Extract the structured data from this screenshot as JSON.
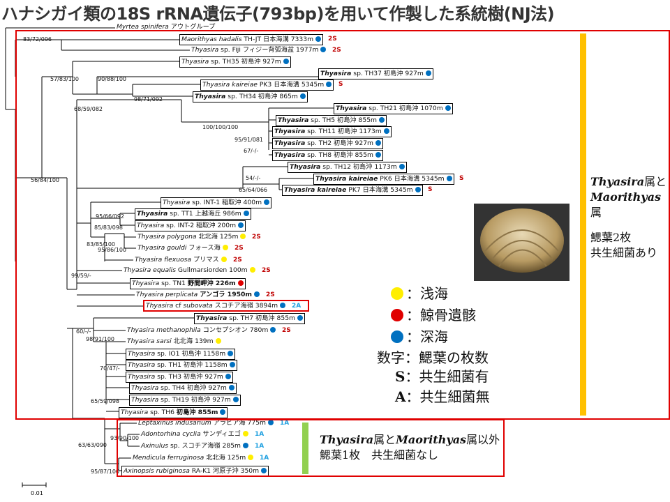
{
  "title": "ハナシガイ類の18S rRNA遺伝子(793bp)を用いて作製した系統樹(NJ法)",
  "colors": {
    "shallow": "#ffee00",
    "whalebone": "#e00000",
    "deep": "#0070c0",
    "frame": "#e00000",
    "bar1": "#ffc000",
    "bar2": "#92d050",
    "code": "#c00000",
    "code1A": "#1fa0e0"
  },
  "taxa": [
    {
      "id": "myrtea",
      "genus": "Myrtea spinifera",
      "rest": " アウトグループ",
      "boxed": false,
      "dot": null,
      "code": ""
    },
    {
      "id": "maorithyas",
      "genus": "Maorithyas hadalis",
      "rest": " TH-JT 日本海溝 7333m",
      "boxed": true,
      "dot": "deep",
      "code": "2S"
    },
    {
      "id": "fiji",
      "genus": "Thyasira",
      "rest": " sp. Fiji フィジー背弧海盆 1977m",
      "boxed": false,
      "dot": "deep",
      "code": "2S"
    },
    {
      "id": "th35",
      "genus": "Thyasira",
      "rest": " sp. TH35 初島沖 927m",
      "boxed": true,
      "dot": "deep",
      "code": ""
    },
    {
      "id": "th37",
      "genus": "Thyasira",
      "gbold": true,
      "rest": " sp. TH37 初島沖 927m",
      "boxed": true,
      "dot": "deep",
      "code": ""
    },
    {
      "id": "kpk3",
      "genus": "Thyasira kaireiae",
      "rest": " PK3 日本海溝 5345m",
      "boxed": true,
      "dot": "deep",
      "code": "S"
    },
    {
      "id": "th34",
      "genus": "Thyasira",
      "gbold": true,
      "rest": " sp. TH34 初島沖 865m",
      "boxed": true,
      "dot": "deep",
      "code": ""
    },
    {
      "id": "th21",
      "genus": "Thyasira",
      "gbold": true,
      "rest": " sp. TH21 初島沖 1070m",
      "boxed": true,
      "dot": "deep",
      "code": ""
    },
    {
      "id": "th5",
      "genus": "Thyasira",
      "gbold": true,
      "rest": " sp. TH5 初島沖 855m",
      "boxed": true,
      "dot": "deep",
      "code": ""
    },
    {
      "id": "th11",
      "genus": "Thyasira",
      "gbold": true,
      "rest": " sp. TH11 初島沖 1173m",
      "boxed": true,
      "dot": "deep",
      "code": ""
    },
    {
      "id": "th2",
      "genus": "Thyasira",
      "gbold": true,
      "rest": " sp. TH2 初島沖 927m",
      "boxed": true,
      "dot": "deep",
      "code": ""
    },
    {
      "id": "th8",
      "genus": "Thyasira",
      "gbold": true,
      "rest": " sp. TH8 初島沖 855m",
      "boxed": true,
      "dot": "deep",
      "code": ""
    },
    {
      "id": "th12",
      "genus": "Thyasira",
      "gbold": true,
      "rest": " sp. TH12 初島沖 1173m",
      "boxed": true,
      "dot": "deep",
      "code": ""
    },
    {
      "id": "kpk6",
      "genus": "Thyasira kaireiae",
      "gbold": true,
      "rest": " PK6 日本海溝 5345m",
      "boxed": true,
      "dot": "deep",
      "code": "S"
    },
    {
      "id": "kpk7",
      "genus": "Thyasira kaireiae",
      "gbold": true,
      "rest": " PK7 日本海溝 5345m",
      "boxed": true,
      "dot": "deep",
      "code": "S"
    },
    {
      "id": "int1",
      "genus": "Thyasira",
      "rest": " sp.  INT-1 稲取沖 400m",
      "boxed": true,
      "dot": "deep",
      "code": ""
    },
    {
      "id": "tt1",
      "genus": "Thyasira",
      "gbold": true,
      "rest": " sp. TT1 上越海丘 986m",
      "boxed": true,
      "dot": "deep",
      "code": ""
    },
    {
      "id": "int2",
      "genus": "Thyasira",
      "rest": " sp. INT-2 稲取沖 200m",
      "boxed": true,
      "dot": "deep",
      "code": ""
    },
    {
      "id": "polygona",
      "genus": "Thyasira polygona",
      "rest": " 北北海 125m",
      "boxed": false,
      "dot": "shallow",
      "code": "2S"
    },
    {
      "id": "gouldi",
      "genus": "Thyasira gouldi",
      "rest": " フォース海",
      "boxed": false,
      "dot": "shallow",
      "code": "2S"
    },
    {
      "id": "flexuosa",
      "genus": "Thyasira flexuosa",
      "rest": " プリマス",
      "boxed": false,
      "dot": "shallow",
      "code": "2S"
    },
    {
      "id": "equalis",
      "genus": "Thyasira equalis",
      "rest": " Gullmarsiorden 100m",
      "boxed": false,
      "dot": "shallow",
      "code": "2S"
    },
    {
      "id": "tn1",
      "genus": "Thyasira",
      "rest": " sp. TN1 ",
      "bold": "野間岬沖 226m",
      "boxed": true,
      "dot": "whalebone",
      "code": ""
    },
    {
      "id": "perplicata",
      "genus": "Thyasira perplicata",
      "rest": " ",
      "bold": "アンゴラ 1950m",
      "boxed": false,
      "dot": "deep",
      "code": "2S"
    },
    {
      "id": "subovata",
      "genus": "Thyasira",
      "rest": " cf ",
      "genus2": "subovata",
      "rest2": " スコチア海嶺 3894m",
      "boxed": false,
      "dot": "deep",
      "code": "2A",
      "code1A": true
    },
    {
      "id": "th7",
      "genus": "Thyasira",
      "gbold": true,
      "rest": " sp. TH7 初島沖 855m",
      "boxed": true,
      "dot": "deep",
      "code": ""
    },
    {
      "id": "methanophila",
      "genus": "Thyasira methanophila",
      "rest": " コンセプシオン 780m",
      "boxed": false,
      "dot": "deep",
      "code": "2S"
    },
    {
      "id": "sarsi",
      "genus": "Thyasira sarsi",
      "rest": " 北北海 139m",
      "boxed": false,
      "dot": "shallow",
      "code": ""
    },
    {
      "id": "io1",
      "genus": "Thyasira",
      "rest": " sp. IO1 初島沖 1158m",
      "boxed": true,
      "dot": "deep",
      "code": ""
    },
    {
      "id": "th1",
      "genus": "Thyasira",
      "rest": " sp. TH1 初島沖 1158m",
      "boxed": true,
      "dot": "deep",
      "code": ""
    },
    {
      "id": "th3",
      "genus": "Thyasira",
      "rest": " sp. TH3 初島沖 927m",
      "boxed": true,
      "dot": "deep",
      "code": ""
    },
    {
      "id": "th4",
      "genus": "Thyasira",
      "rest": " sp. TH4 初島沖 927m",
      "boxed": true,
      "dot": "deep",
      "code": ""
    },
    {
      "id": "th19",
      "genus": "Thyasira",
      "rest": " sp. TH19 初島沖 927m",
      "boxed": true,
      "dot": "deep",
      "code": ""
    },
    {
      "id": "th6",
      "genus": "Thyasira",
      "rest": " sp. TH6 ",
      "bold": "初島沖 855m",
      "boxed": true,
      "dot": "deep",
      "code": ""
    },
    {
      "id": "leptaxinus",
      "genus": "Leptaxinus indusarium",
      "rest": " アラビア海 775m",
      "boxed": false,
      "dot": "deep",
      "code": "1A",
      "code1A": true
    },
    {
      "id": "adontorhina",
      "genus": "Adontorhina cyclia",
      "rest": " サンディエゴ",
      "boxed": false,
      "dot": "shallow",
      "code": "1A",
      "code1A": true
    },
    {
      "id": "axinulus",
      "genus": "Axinulus",
      "rest": " sp.  スコチア海嶺 285m",
      "boxed": false,
      "dot": "deep",
      "code": "1A",
      "code1A": true
    },
    {
      "id": "mendicula",
      "genus": "Mendicula ferruginosa",
      "rest": " 北北海 125m",
      "boxed": false,
      "dot": "shallow",
      "code": "1A",
      "code1A": true
    },
    {
      "id": "axinopsis",
      "genus": "Axinopsis rubiginosa",
      "rest": " RA-K1 河原子沖 350m",
      "boxed": true,
      "dot": "deep",
      "code": ""
    }
  ],
  "supports": [
    "83/72/096",
    "57/83/100",
    "90/88/100",
    "98/71/092",
    "68/59/082",
    "100/100/100",
    "95/91/081",
    "67/-/-",
    "54/-/-",
    "65/64/066",
    "56/84/100",
    "95/66/092",
    "85/83/098",
    "83/85/100",
    "95/86/100",
    "99/59/-",
    "60/-/-",
    "98/91/100",
    "70/47/-",
    "65/59/098",
    "93/90/100",
    "63/63/090",
    "95/87/100"
  ],
  "legend": [
    {
      "kind": "dot",
      "color": "shallow",
      "label": "：浅海"
    },
    {
      "kind": "dot",
      "color": "whalebone",
      "label": "：鯨骨遺骸"
    },
    {
      "kind": "dot",
      "color": "deep",
      "label": "：深海"
    },
    {
      "kind": "text",
      "key": "数字",
      "label": "：鰓葉の枚数"
    },
    {
      "kind": "text",
      "key": "S",
      "label": "：共生細菌有"
    },
    {
      "kind": "text",
      "key": "A",
      "label": "：共生細菌無"
    }
  ],
  "group1": {
    "genus1": "Thyasira",
    "mid": "属と",
    "genus2": "Maorithyas",
    "end": "属",
    "line3": "鰓葉2枚",
    "line4": "共生細菌あり"
  },
  "group2": {
    "genus1": "Thyasira",
    "mid": "属と",
    "genus2": "Maorithyas",
    "end": "属以外",
    "line2": "鰓葉1枚　共生細菌なし"
  },
  "scale": {
    "label": "0.01"
  }
}
